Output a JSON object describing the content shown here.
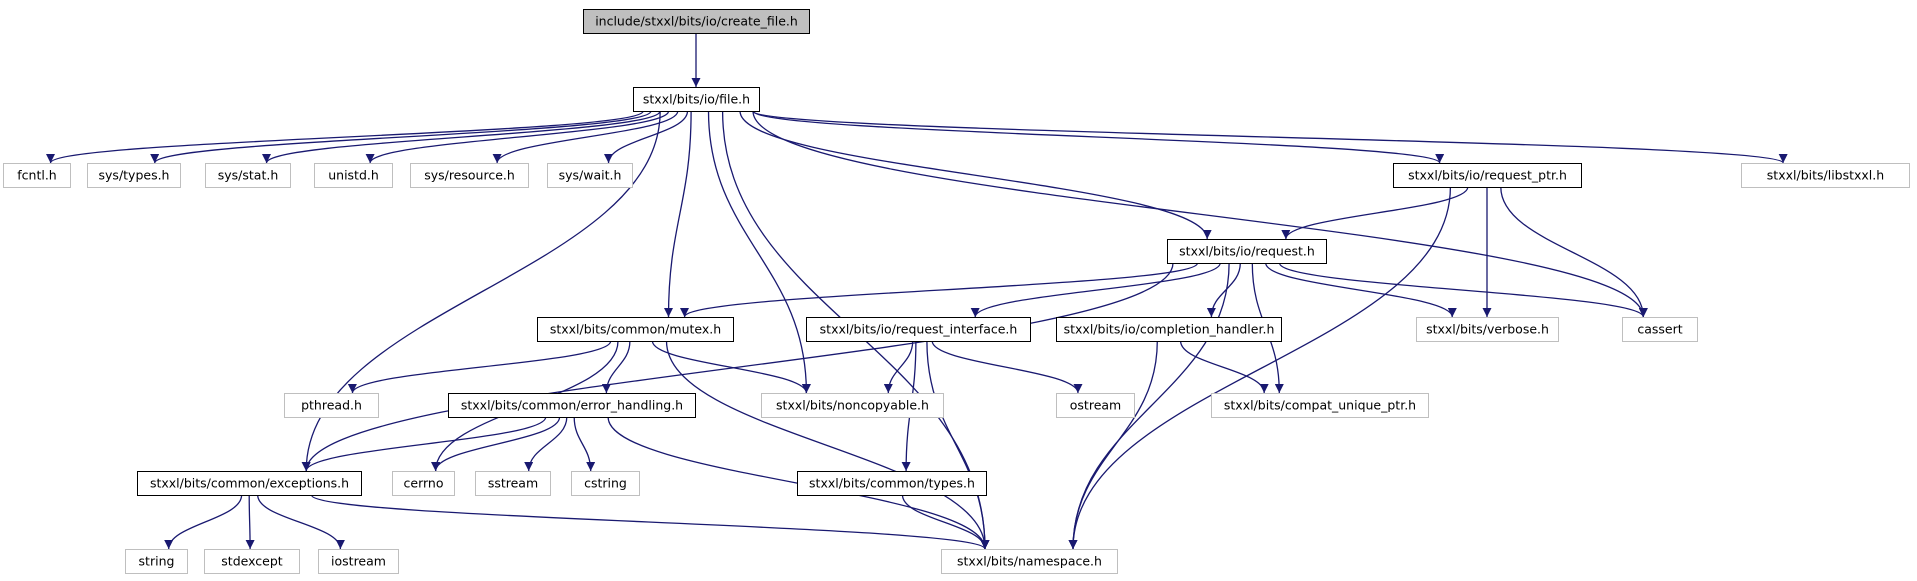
{
  "colors": {
    "edge": "#191970",
    "node_border_main": "#000000",
    "node_border_external": "#bfbfbf",
    "focus_fill": "#bfbfbf",
    "node_fill": "#ffffff",
    "text": "#000000"
  },
  "nodes": [
    {
      "id": "create_file",
      "label": "include/stxxl/bits/io/create_file.h",
      "kind": "focus"
    },
    {
      "id": "file",
      "label": "stxxl/bits/io/file.h",
      "kind": "internal"
    },
    {
      "id": "fcntl",
      "label": "fcntl.h",
      "kind": "external"
    },
    {
      "id": "sys_types",
      "label": "sys/types.h",
      "kind": "external"
    },
    {
      "id": "sys_stat",
      "label": "sys/stat.h",
      "kind": "external"
    },
    {
      "id": "unistd",
      "label": "unistd.h",
      "kind": "external"
    },
    {
      "id": "sys_resource",
      "label": "sys/resource.h",
      "kind": "external"
    },
    {
      "id": "sys_wait",
      "label": "sys/wait.h",
      "kind": "external"
    },
    {
      "id": "request_ptr",
      "label": "stxxl/bits/io/request_ptr.h",
      "kind": "internal"
    },
    {
      "id": "libstxxl",
      "label": "stxxl/bits/libstxxl.h",
      "kind": "external"
    },
    {
      "id": "request",
      "label": "stxxl/bits/io/request.h",
      "kind": "internal"
    },
    {
      "id": "mutex",
      "label": "stxxl/bits/common/mutex.h",
      "kind": "internal"
    },
    {
      "id": "request_interface",
      "label": "stxxl/bits/io/request_interface.h",
      "kind": "internal"
    },
    {
      "id": "completion_handler",
      "label": "stxxl/bits/io/completion_handler.h",
      "kind": "internal"
    },
    {
      "id": "verbose",
      "label": "stxxl/bits/verbose.h",
      "kind": "external"
    },
    {
      "id": "cassert",
      "label": "cassert",
      "kind": "external"
    },
    {
      "id": "pthread",
      "label": "pthread.h",
      "kind": "external"
    },
    {
      "id": "error_handling",
      "label": "stxxl/bits/common/error_handling.h",
      "kind": "internal"
    },
    {
      "id": "noncopyable",
      "label": "stxxl/bits/noncopyable.h",
      "kind": "external"
    },
    {
      "id": "ostream",
      "label": "ostream",
      "kind": "external"
    },
    {
      "id": "compat_unique_ptr",
      "label": "stxxl/bits/compat_unique_ptr.h",
      "kind": "external"
    },
    {
      "id": "exceptions",
      "label": "stxxl/bits/common/exceptions.h",
      "kind": "internal"
    },
    {
      "id": "cerrno",
      "label": "cerrno",
      "kind": "external"
    },
    {
      "id": "sstream",
      "label": "sstream",
      "kind": "external"
    },
    {
      "id": "cstring",
      "label": "cstring",
      "kind": "external"
    },
    {
      "id": "common_types",
      "label": "stxxl/bits/common/types.h",
      "kind": "internal"
    },
    {
      "id": "string",
      "label": "string",
      "kind": "external"
    },
    {
      "id": "stdexcept",
      "label": "stdexcept",
      "kind": "external"
    },
    {
      "id": "iostream",
      "label": "iostream",
      "kind": "external"
    },
    {
      "id": "namespace",
      "label": "stxxl/bits/namespace.h",
      "kind": "external"
    }
  ],
  "edges": [
    {
      "from": "create_file",
      "to": "file"
    },
    {
      "from": "file",
      "to": "fcntl"
    },
    {
      "from": "file",
      "to": "sys_types"
    },
    {
      "from": "file",
      "to": "sys_stat"
    },
    {
      "from": "file",
      "to": "unistd"
    },
    {
      "from": "file",
      "to": "sys_resource"
    },
    {
      "from": "file",
      "to": "sys_wait"
    },
    {
      "from": "file",
      "to": "request_ptr"
    },
    {
      "from": "file",
      "to": "libstxxl"
    },
    {
      "from": "file",
      "to": "request"
    },
    {
      "from": "file",
      "to": "cassert"
    },
    {
      "from": "file",
      "to": "namespace"
    },
    {
      "from": "file",
      "to": "exceptions"
    },
    {
      "from": "file",
      "to": "mutex"
    },
    {
      "from": "file",
      "to": "noncopyable"
    },
    {
      "from": "request_ptr",
      "to": "request"
    },
    {
      "from": "request_ptr",
      "to": "verbose"
    },
    {
      "from": "request_ptr",
      "to": "cassert"
    },
    {
      "from": "request_ptr",
      "to": "namespace"
    },
    {
      "from": "request",
      "to": "mutex"
    },
    {
      "from": "request",
      "to": "request_interface"
    },
    {
      "from": "request",
      "to": "completion_handler"
    },
    {
      "from": "request",
      "to": "verbose"
    },
    {
      "from": "request",
      "to": "cassert"
    },
    {
      "from": "request",
      "to": "compat_unique_ptr"
    },
    {
      "from": "request",
      "to": "namespace"
    },
    {
      "from": "request",
      "to": "exceptions"
    },
    {
      "from": "mutex",
      "to": "pthread"
    },
    {
      "from": "mutex",
      "to": "error_handling"
    },
    {
      "from": "mutex",
      "to": "noncopyable"
    },
    {
      "from": "mutex",
      "to": "cerrno"
    },
    {
      "from": "mutex",
      "to": "namespace"
    },
    {
      "from": "request_interface",
      "to": "noncopyable"
    },
    {
      "from": "request_interface",
      "to": "ostream"
    },
    {
      "from": "request_interface",
      "to": "common_types"
    },
    {
      "from": "request_interface",
      "to": "namespace"
    },
    {
      "from": "completion_handler",
      "to": "compat_unique_ptr"
    },
    {
      "from": "completion_handler",
      "to": "namespace"
    },
    {
      "from": "error_handling",
      "to": "exceptions"
    },
    {
      "from": "error_handling",
      "to": "cerrno"
    },
    {
      "from": "error_handling",
      "to": "sstream"
    },
    {
      "from": "error_handling",
      "to": "cstring"
    },
    {
      "from": "error_handling",
      "to": "namespace"
    },
    {
      "from": "exceptions",
      "to": "string"
    },
    {
      "from": "exceptions",
      "to": "stdexcept"
    },
    {
      "from": "exceptions",
      "to": "iostream"
    },
    {
      "from": "exceptions",
      "to": "namespace"
    },
    {
      "from": "common_types",
      "to": "namespace"
    }
  ]
}
